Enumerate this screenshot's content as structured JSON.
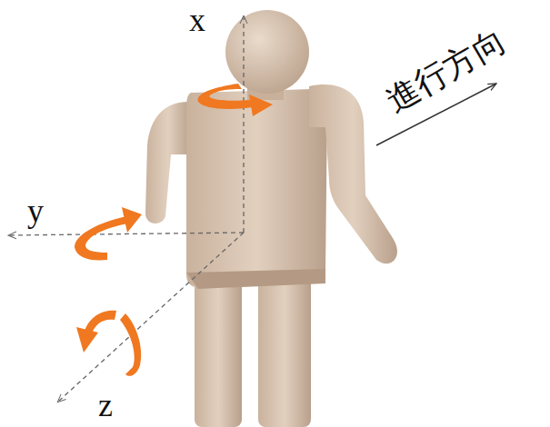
{
  "diagram": {
    "labels": [
      "x",
      "y",
      "z",
      "進行方向"
    ]
  }
}
